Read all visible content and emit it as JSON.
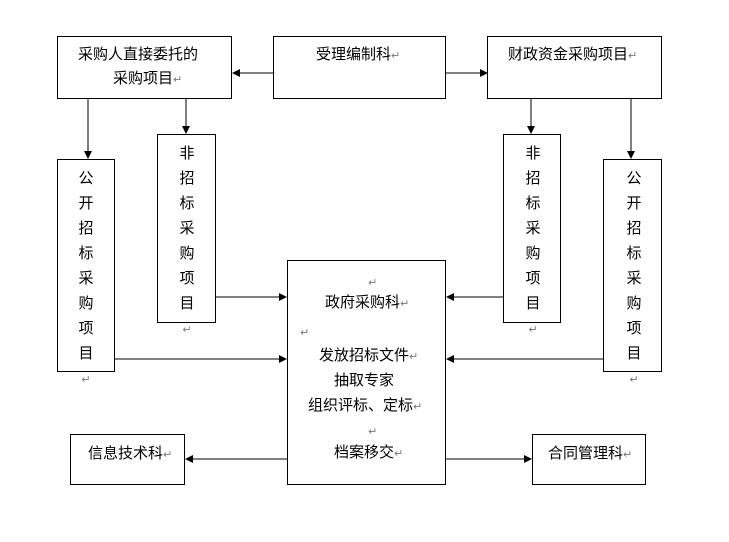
{
  "nodes": {
    "acceptance": "受理编制科",
    "buyer_direct": {
      "line1": "采购人直接委托的",
      "line2": "采购项目"
    },
    "finance": "财政资金采购项目",
    "non_tender_left": "非招标采购项目",
    "non_tender_right": "非招标采购项目",
    "open_tender_left": "公开招标采购项目",
    "open_tender_right": "公开招标采购项目",
    "gov_procurement": {
      "title": "政府采购科",
      "steps": [
        "发放招标文件",
        "抽取专家",
        "组织评标、定标"
      ],
      "archive": "档案移交"
    },
    "it_dept": "信息技术科",
    "contract_dept": "合同管理科"
  },
  "paragraph_mark": "↵"
}
